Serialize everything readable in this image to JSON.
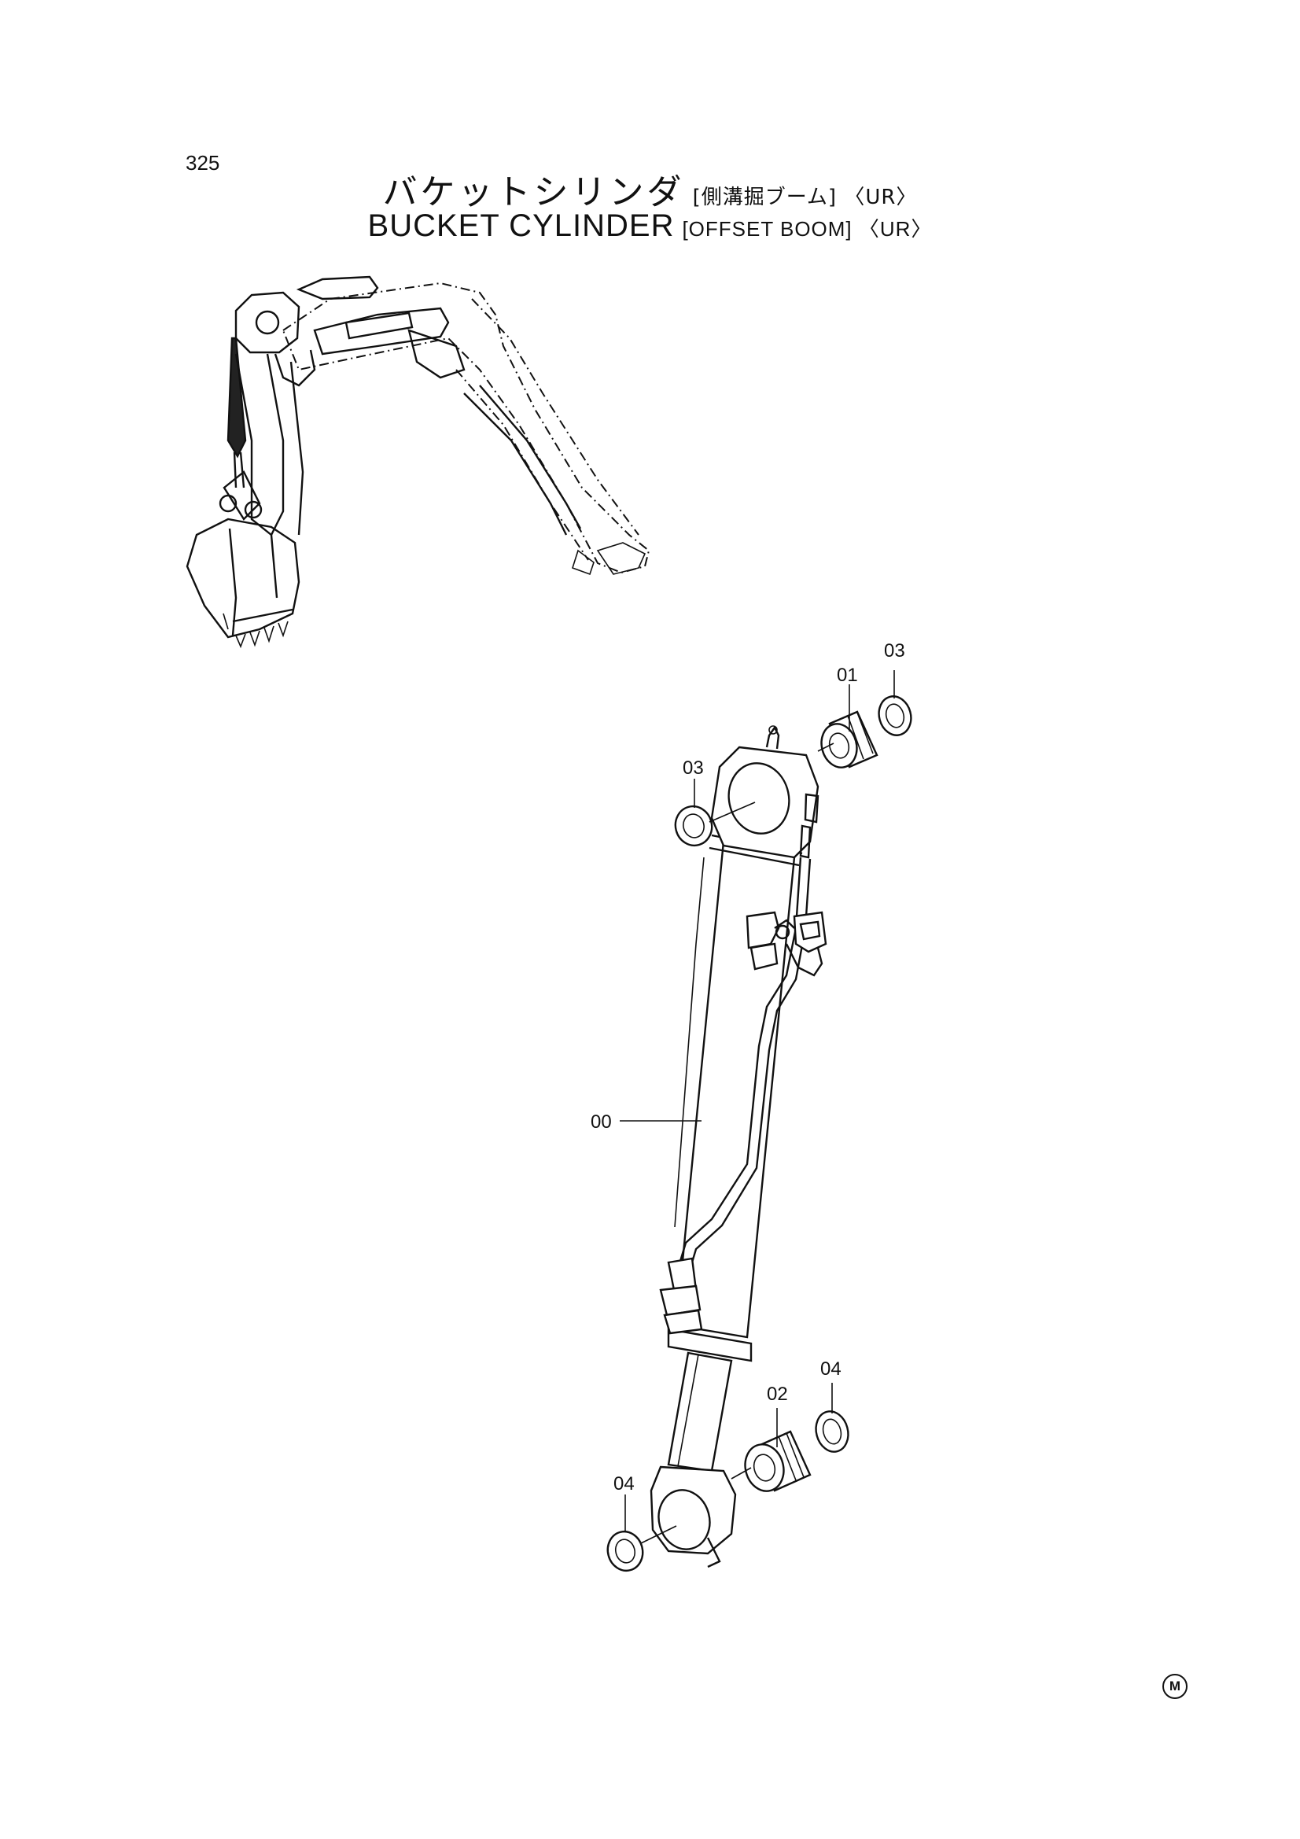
{
  "page_number": "325",
  "title_jp": {
    "main": "バケットシリンダ",
    "qualifier": "[側溝掘ブーム] 〈UR〉"
  },
  "title_en": {
    "main": "BUCKET CYLINDER",
    "qualifier": "[OFFSET BOOM] 〈UR〉"
  },
  "callouts": {
    "c00": "00",
    "c01": "01",
    "c02": "02",
    "c03_top_right": "03",
    "c03_left": "03",
    "c04_bottom_right": "04",
    "c04_bottom_left": "04"
  },
  "mark": "M"
}
